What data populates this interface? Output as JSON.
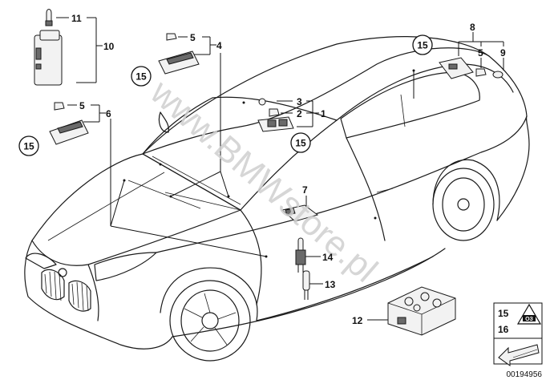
{
  "watermark": "www.BMWstore.pl",
  "diagram_id": "00194956",
  "callouts": {
    "c1": "1",
    "c2": "2",
    "c3": "3",
    "c4": "4",
    "c5a": "5",
    "c5b": "5",
    "c5c": "5",
    "c6": "6",
    "c7": "7",
    "c8": "8",
    "c9": "9",
    "c10": "10",
    "c11": "11",
    "c12": "12",
    "c13": "13",
    "c14": "14"
  },
  "circled": {
    "a": "15",
    "b": "15",
    "c": "15",
    "d": "15"
  },
  "legend": {
    "top": "15",
    "bottom": "16",
    "badge": "ОЗ"
  }
}
